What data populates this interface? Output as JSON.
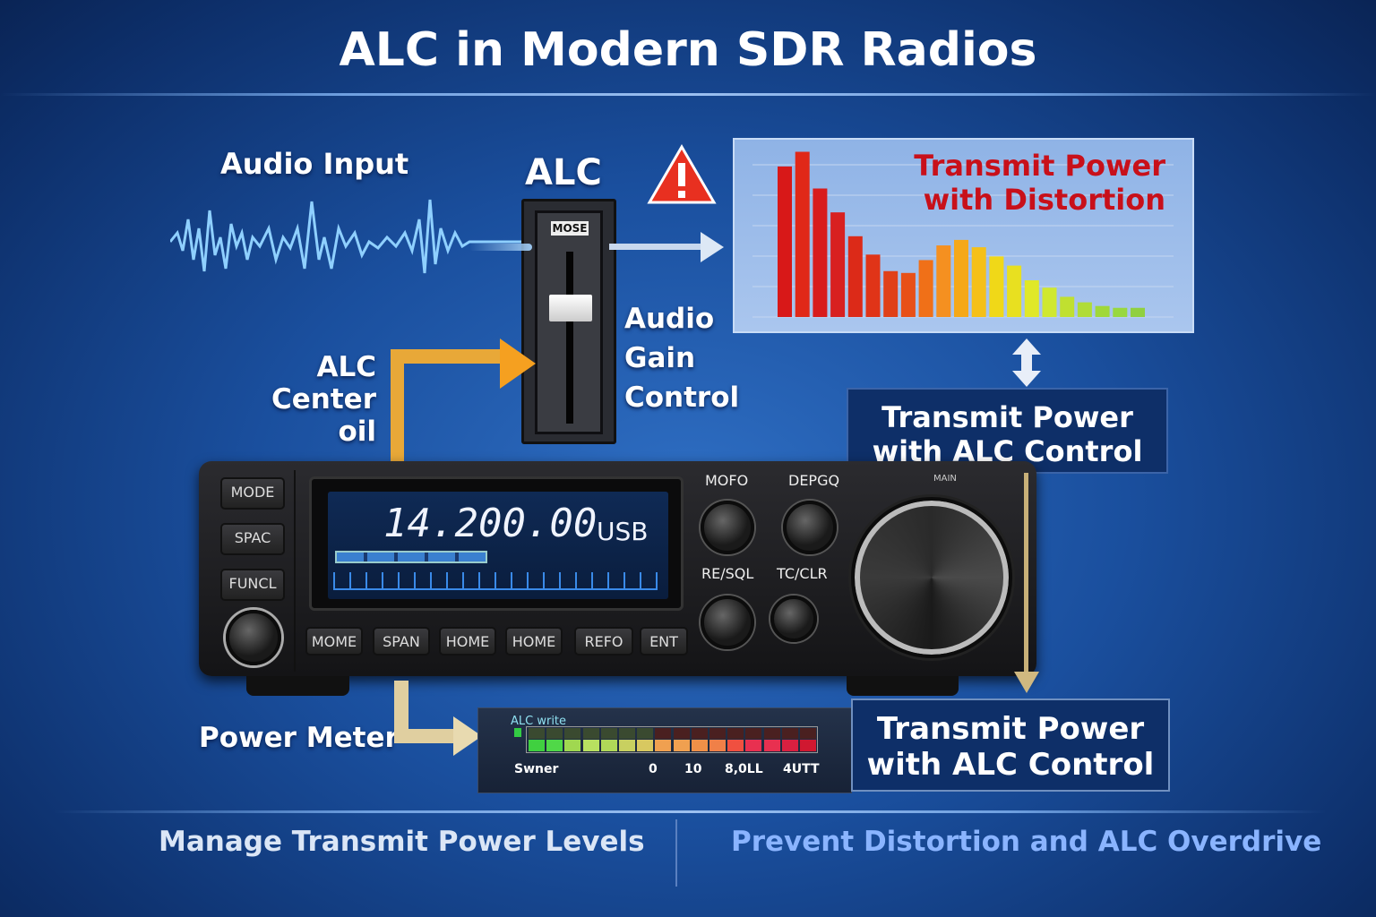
{
  "title": "ALC in Modern SDR Radios",
  "labels": {
    "audio_input": "Audio Input",
    "alc": "ALC",
    "audio_gain_control": [
      "Audio",
      "Gain",
      "Control"
    ],
    "alc_center": [
      "ALC",
      "Center oil"
    ],
    "power_meter": "Power Meter"
  },
  "slider": {
    "label": "MOSE",
    "level": 0.55
  },
  "distortion_chart": {
    "title": [
      "Transmit Power",
      "with Distortion"
    ],
    "levels": [
      0.82,
      0.9,
      0.7,
      0.57,
      0.44,
      0.34,
      0.25,
      0.24,
      0.31,
      0.39,
      0.42,
      0.38,
      0.33,
      0.28,
      0.2,
      0.16,
      0.11,
      0.08,
      0.06,
      0.05,
      0.05
    ]
  },
  "alc_box_top": [
    "Transmit Power",
    "with ALC Control"
  ],
  "alc_box_bottom": [
    "Transmit Power",
    "with ALC Control"
  ],
  "radio": {
    "left_buttons": [
      "MODE",
      "SPAC",
      "FUNCL"
    ],
    "frequency": "14.200.00",
    "mode": "USB",
    "bottom_buttons": [
      "MOME",
      "SPAN",
      "HOME",
      "HOME",
      "REFO",
      "ENT"
    ],
    "knob_labels": [
      "MOFO",
      "DEPGQ",
      "RE/SQL",
      "TC/CLR"
    ],
    "main_dial_label": "MAIN"
  },
  "meter": {
    "label": "ALC write",
    "scale_left": "Swner",
    "scale": [
      "0",
      "10",
      "8,0LL",
      "4UTT"
    ]
  },
  "footer": {
    "left": "Manage Transmit Power Levels",
    "right": "Prevent Distortion and ALC Overdrive"
  },
  "colors": {
    "distortion_title": "#c8101a",
    "footer_right": "#8ab4ff",
    "arrow_orange": "#f0a030"
  }
}
